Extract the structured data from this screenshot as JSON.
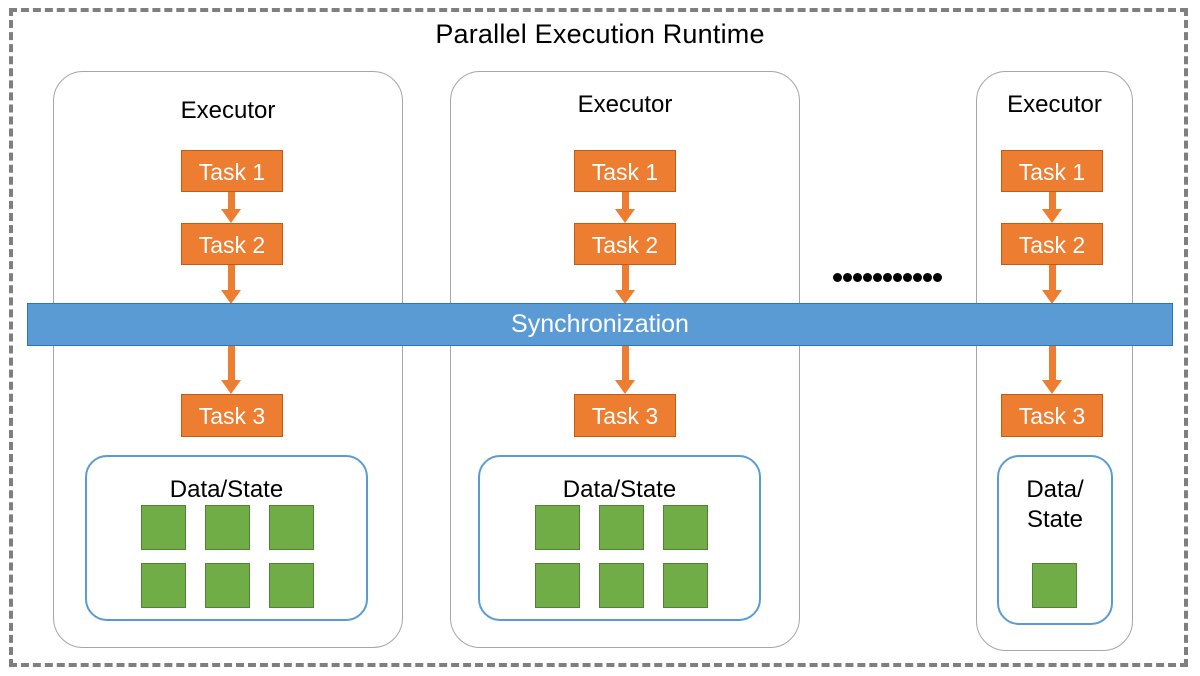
{
  "diagram": {
    "title": "Parallel Execution Runtime",
    "boundary_style": "dashed",
    "colors": {
      "task_fill": "#ED7D31",
      "task_border": "#C55A11",
      "sync_fill": "#5B9BD5",
      "sync_border": "#2E75B6",
      "block_fill": "#70AD47",
      "block_border": "#548235",
      "executor_border": "#A6A6A6",
      "boundary_border": "#7F7F7F",
      "datastate_border": "#5B9BD5",
      "text_dark": "#000000",
      "text_light": "#FFFFFF"
    },
    "sync_bar": {
      "label": "Synchronization"
    },
    "ellipsis": {
      "symbol": "•",
      "count": 11
    },
    "executors": [
      {
        "label": "Executor",
        "tasks": [
          {
            "label": "Task 1"
          },
          {
            "label": "Task 2"
          },
          {
            "label": "Task 3"
          }
        ],
        "datastate": {
          "label": "Data/State",
          "label_lines": [
            "Data/State"
          ],
          "blocks": 6,
          "block_rows": 2,
          "block_cols": 3
        }
      },
      {
        "label": "Executor",
        "tasks": [
          {
            "label": "Task 1"
          },
          {
            "label": "Task 2"
          },
          {
            "label": "Task 3"
          }
        ],
        "datastate": {
          "label": "Data/State",
          "label_lines": [
            "Data/State"
          ],
          "blocks": 6,
          "block_rows": 2,
          "block_cols": 3
        }
      },
      {
        "label": "Executor",
        "tasks": [
          {
            "label": "Task 1"
          },
          {
            "label": "Task 2"
          },
          {
            "label": "Task 3"
          }
        ],
        "datastate": {
          "label": "Data/ State",
          "label_lines": [
            "Data/",
            "State"
          ],
          "blocks": 1,
          "block_rows": 1,
          "block_cols": 1
        }
      }
    ]
  }
}
